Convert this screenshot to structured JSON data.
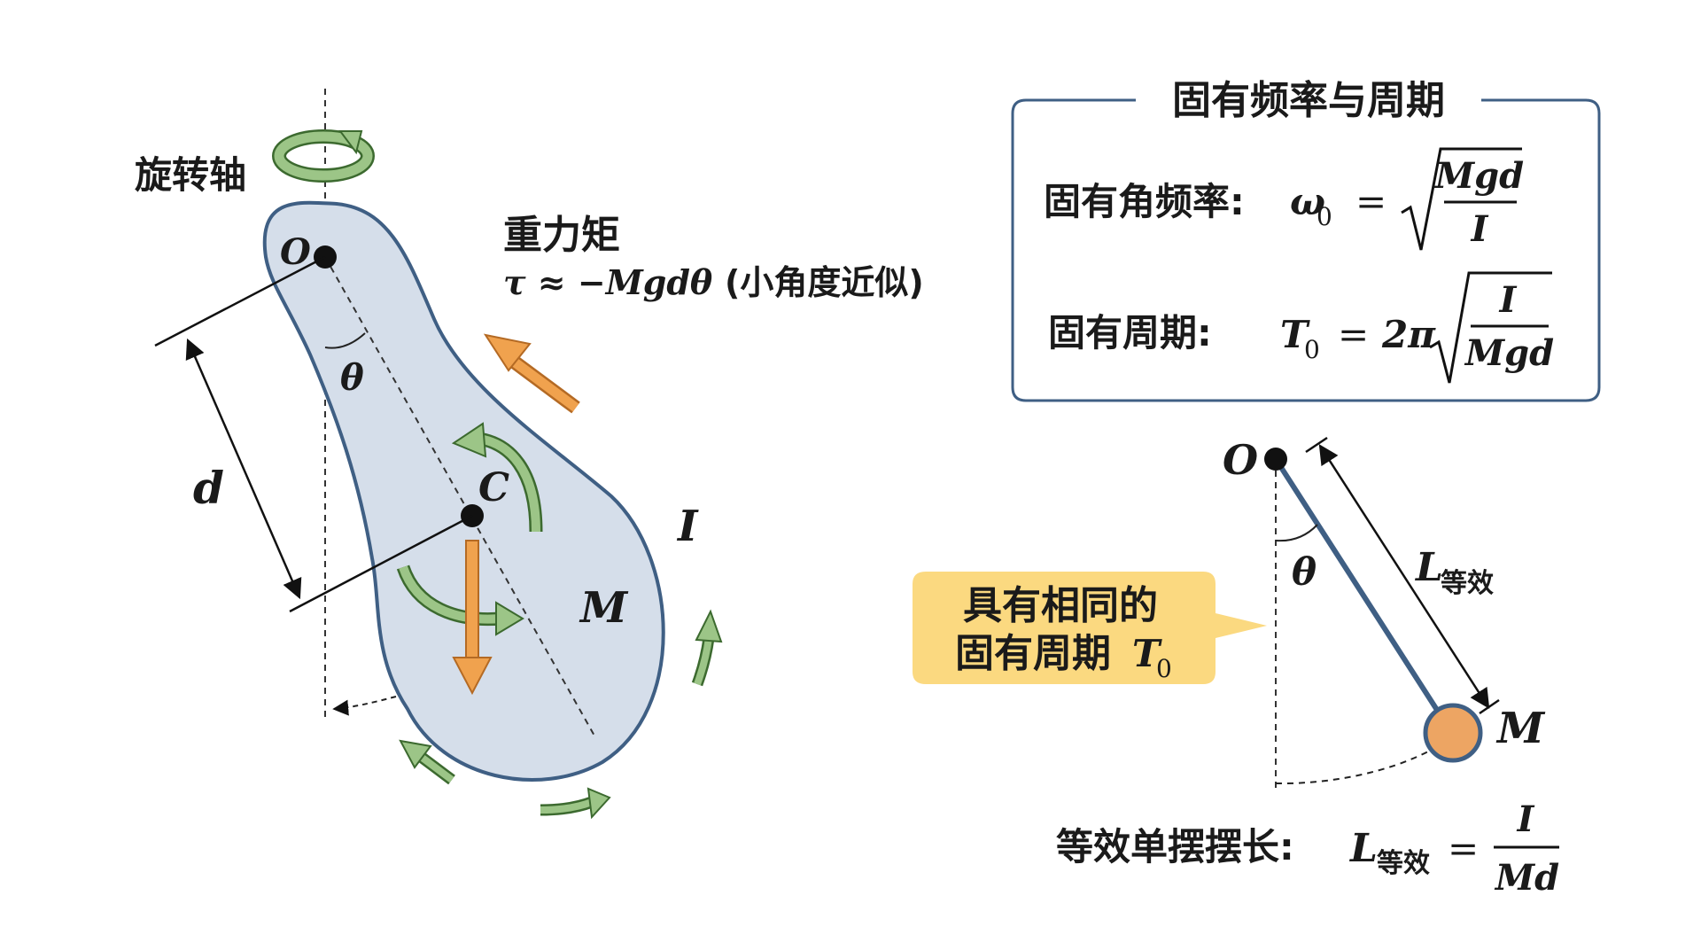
{
  "rotation_axis_label": "旋转轴",
  "torque": {
    "title": "重力矩",
    "formula": "τ ≈ −Mgdθ",
    "note": "(小角度近似)"
  },
  "body_labels": {
    "pivot": "O",
    "center": "C",
    "distance": "d",
    "angle": "θ",
    "mass": "M",
    "inertia": "I"
  },
  "panel": {
    "title": "固有频率与周期",
    "omega_label": "固有角频率:",
    "omega_symbol": "ω",
    "omega_sub": "0",
    "omega_num": "Mgd",
    "omega_den": "I",
    "period_label": "固有周期:",
    "period_symbol": "T",
    "period_sub": "0",
    "period_coef": "2π",
    "period_num": "I",
    "period_den": "Mgd",
    "equals": "="
  },
  "simple_pendulum": {
    "pivot": "O",
    "angle": "θ",
    "length_symbol": "L",
    "length_sub": "等效",
    "mass": "M"
  },
  "callout": {
    "line1": "具有相同的",
    "line2": "固有周期",
    "symbol": "T",
    "sub": "0"
  },
  "equiv_length": {
    "label": "等效单摆摆长:",
    "symbol": "L",
    "sub": "等效",
    "equals": "=",
    "num": "I",
    "den": "Md"
  },
  "colors": {
    "body_fill": "#d5deea",
    "body_stroke": "#3f5f84",
    "green_arrow": "#9cc587",
    "orange_arrow": "#f0a24e",
    "callout_fill": "#fbd980",
    "bob_fill": "#eda563"
  }
}
